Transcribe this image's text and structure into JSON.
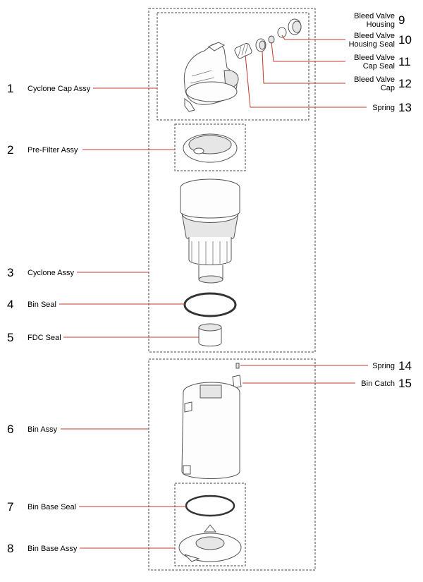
{
  "accent_color": "#c0392b",
  "callouts": [
    {
      "num": "1",
      "label": [
        "Cyclone Cap Assy"
      ],
      "side": "left"
    },
    {
      "num": "2",
      "label": [
        "Pre-Filter Assy"
      ],
      "side": "left"
    },
    {
      "num": "3",
      "label": [
        "Cyclone Assy"
      ],
      "side": "left"
    },
    {
      "num": "4",
      "label": [
        "Bin Seal"
      ],
      "side": "left"
    },
    {
      "num": "5",
      "label": [
        "FDC Seal"
      ],
      "side": "left"
    },
    {
      "num": "6",
      "label": [
        "Bin Assy"
      ],
      "side": "left"
    },
    {
      "num": "7",
      "label": [
        "Bin Base Seal"
      ],
      "side": "left"
    },
    {
      "num": "8",
      "label": [
        "Bin Base Assy"
      ],
      "side": "left"
    },
    {
      "num": "9",
      "label": [
        "Bleed Valve",
        "Housing"
      ],
      "side": "right"
    },
    {
      "num": "10",
      "label": [
        "Bleed Valve",
        "Housing Seal"
      ],
      "side": "right"
    },
    {
      "num": "11",
      "label": [
        "Bleed Valve",
        "Cap Seal"
      ],
      "side": "right"
    },
    {
      "num": "12",
      "label": [
        "Bleed Valve",
        "Cap"
      ],
      "side": "right"
    },
    {
      "num": "13",
      "label": [
        "Spring"
      ],
      "side": "right"
    },
    {
      "num": "14",
      "label": [
        "Spring"
      ],
      "side": "right"
    },
    {
      "num": "15",
      "label": [
        "Bin Catch"
      ],
      "side": "right"
    }
  ]
}
